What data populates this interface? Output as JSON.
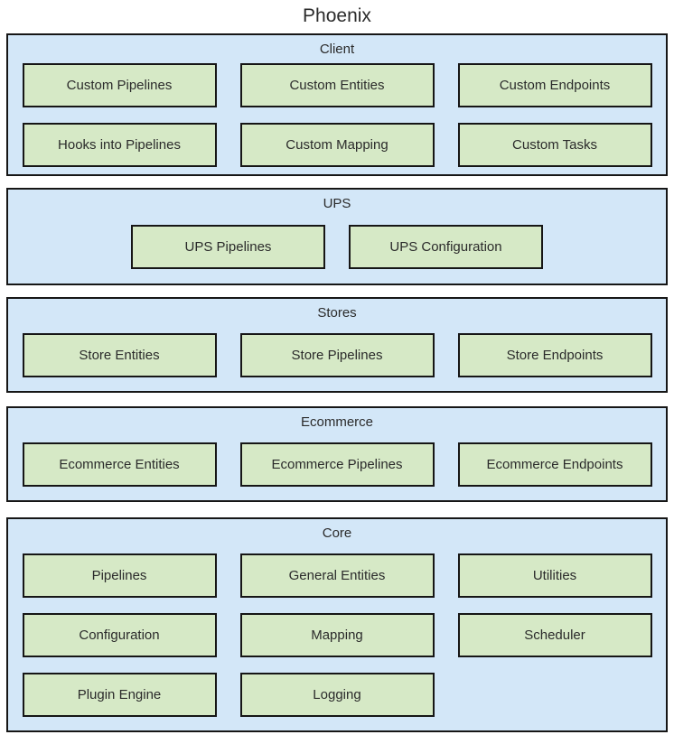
{
  "title": "Phoenix",
  "colors": {
    "panel_fill": "#d3e7f8",
    "module_fill": "#d6e9c6",
    "border": "#161616",
    "text": "#2b2b2b"
  },
  "sections": [
    {
      "name": "Client",
      "rows": [
        [
          "Custom Pipelines",
          "Custom Entities",
          "Custom Endpoints"
        ],
        [
          "Hooks into Pipelines",
          "Custom Mapping",
          "Custom Tasks"
        ]
      ]
    },
    {
      "name": "UPS",
      "rows": [
        [
          "UPS Pipelines",
          "UPS Configuration"
        ]
      ]
    },
    {
      "name": "Stores",
      "rows": [
        [
          "Store Entities",
          "Store Pipelines",
          "Store Endpoints"
        ]
      ]
    },
    {
      "name": "Ecommerce",
      "rows": [
        [
          "Ecommerce Entities",
          "Ecommerce Pipelines",
          "Ecommerce Endpoints"
        ]
      ]
    },
    {
      "name": "Core",
      "rows": [
        [
          "Pipelines",
          "General Entities",
          "Utilities"
        ],
        [
          "Configuration",
          "Mapping",
          "Scheduler"
        ],
        [
          "Plugin Engine",
          "Logging"
        ]
      ]
    }
  ]
}
